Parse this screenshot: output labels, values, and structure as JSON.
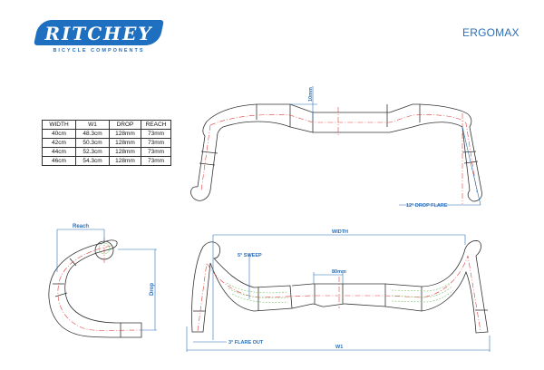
{
  "brand": {
    "name": "RITCHEY",
    "tagline": "BICYCLE COMPONENTS",
    "color": "#1f6fc0"
  },
  "product": {
    "title": "ERGOMAX",
    "title_color": "#2a6fb8"
  },
  "spec_table": {
    "headers": [
      "WIDTH",
      "W1",
      "DROP",
      "REACH"
    ],
    "rows": [
      [
        "40cm",
        "48.3cm",
        "128mm",
        "73mm"
      ],
      [
        "42cm",
        "50.3cm",
        "128mm",
        "73mm"
      ],
      [
        "44cm",
        "52.3cm",
        "128mm",
        "73mm"
      ],
      [
        "46cm",
        "54.3cm",
        "128mm",
        "73mm"
      ]
    ]
  },
  "drawings": {
    "front_view": {
      "rise_label": "10mm",
      "drop_flare_label": "12° DROP FLARE"
    },
    "side_view": {
      "reach_label": "Reach",
      "drop_label": "Drop"
    },
    "top_view": {
      "width_label": "WIDTH",
      "sweep_label": "5° SWEEP",
      "clamp_label": "80mm",
      "flare_label": "3° FLARE OUT",
      "w1_label": "W1"
    }
  },
  "colors": {
    "outline": "#333333",
    "centerline": "#e0403c",
    "dimension": "#2a6fb8",
    "grip_zone": "#7dc36b"
  }
}
